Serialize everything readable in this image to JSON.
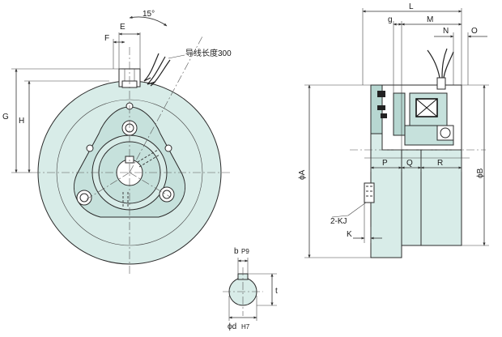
{
  "colors": {
    "body_fill": "#d8ece8",
    "body_dark": "#b7d7d1",
    "hub_fill": "#c6e1dc",
    "line": "#2b2b2b",
    "white": "#ffffff"
  },
  "front_view": {
    "dim_angle": "15°",
    "dim_F": "F",
    "dim_E": "E",
    "dim_G": "G",
    "dim_H": "H",
    "lead_wire_note": "导线长度300"
  },
  "side_view": {
    "dim_L": "L",
    "dim_g": "g",
    "dim_M": "M",
    "dim_N": "N",
    "dim_O": "O",
    "dim_A": "ϕA",
    "dim_B": "ϕB",
    "dim_P": "P",
    "dim_Q": "Q",
    "dim_R": "R",
    "dim_KJ": "2-KJ",
    "dim_K": "K"
  },
  "bore_detail": {
    "dim_b": "b",
    "dim_b_tol": "P9",
    "dim_t": "t",
    "dim_d": "ϕd",
    "dim_d_tol": "H7"
  }
}
